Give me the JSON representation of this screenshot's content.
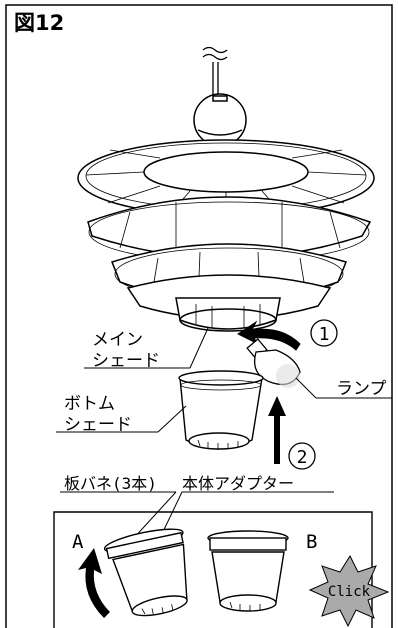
{
  "figure": {
    "title": "図12",
    "labels": {
      "main_shade_line1": "メイン",
      "main_shade_line2": "シェード",
      "bottom_shade_line1": "ボトム",
      "bottom_shade_line2": "シェード",
      "lamp": "ランプ",
      "step1": "①",
      "step2": "②",
      "leaf_spring": "板バネ(3本)",
      "body_adapter": "本体アダプター",
      "state_a": "A",
      "state_b": "B",
      "click": "Click"
    }
  }
}
